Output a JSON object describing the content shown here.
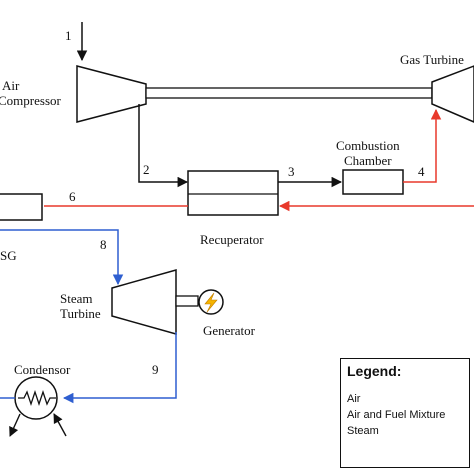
{
  "diagram": {
    "components": {
      "air_compressor": [
        "Air",
        "Compressor"
      ],
      "gas_turbine": "Gas Turbine",
      "combustion_chamber": [
        "Combustion",
        "Chamber"
      ],
      "recuperator": "Recuperator",
      "hrsg": "SG",
      "steam_turbine": [
        "Steam",
        "Turbine"
      ],
      "generator": "Generator",
      "condensor": "Condensor"
    },
    "streams": [
      "1",
      "2",
      "3",
      "4",
      "6",
      "8",
      "9"
    ],
    "colors": {
      "air": "#111111",
      "air_fuel": "#e8392b",
      "steam": "#2f5fd0",
      "generator_fill": "#f5b400"
    }
  },
  "legend": {
    "title": "Legend:",
    "items": [
      "Air",
      "Air and Fuel Mixture",
      "Steam"
    ]
  }
}
